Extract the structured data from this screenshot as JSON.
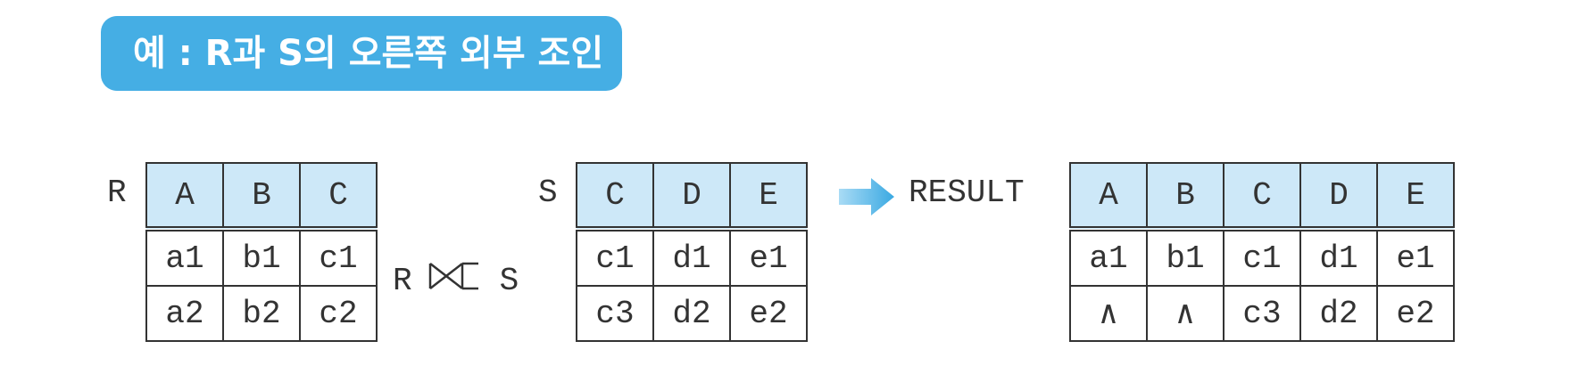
{
  "title": "예 : R과 S의 오른쪽 외부 조인",
  "relation_r": {
    "name": "R",
    "columns": [
      "A",
      "B",
      "C"
    ],
    "rows": [
      [
        "a1",
        "b1",
        "c1"
      ],
      [
        "a2",
        "b2",
        "c2"
      ]
    ]
  },
  "join": {
    "left": "R",
    "right": "S",
    "operator_icon": "right-outer-join-icon"
  },
  "relation_s": {
    "name": "S",
    "columns": [
      "C",
      "D",
      "E"
    ],
    "rows": [
      [
        "c1",
        "d1",
        "e1"
      ],
      [
        "c3",
        "d2",
        "e2"
      ]
    ]
  },
  "arrow_icon": "right-arrow-icon",
  "result": {
    "name": "RESULT",
    "columns": [
      "A",
      "B",
      "C",
      "D",
      "E"
    ],
    "rows": [
      [
        "a1",
        "b1",
        "c1",
        "d1",
        "e1"
      ],
      [
        "∧",
        "∧",
        "c3",
        "d2",
        "e2"
      ]
    ]
  },
  "colors": {
    "badge": "#45aee4",
    "header_fill": "#cde8f8",
    "arrow": "#3aa9e2"
  }
}
